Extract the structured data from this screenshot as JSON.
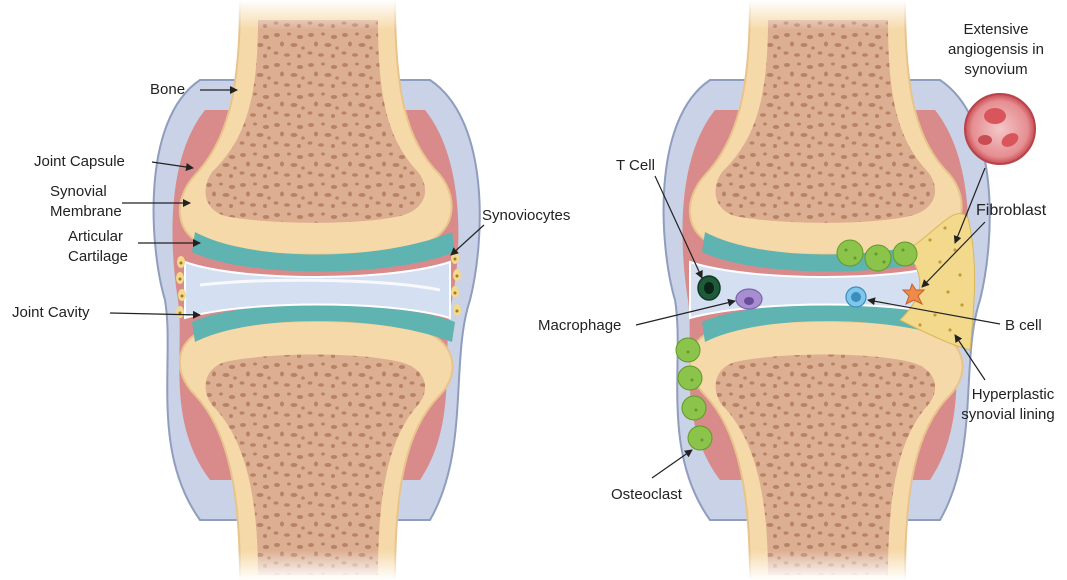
{
  "left_panel": {
    "labels": {
      "bone": "Bone",
      "joint_capsule": "Joint Capsule",
      "synovial_membrane_line1": "Synovial",
      "synovial_membrane_line2": "Membrane",
      "articular_cartilage_line1": "Articular",
      "articular_cartilage_line2": "Cartilage",
      "joint_cavity": "Joint Cavity",
      "synoviocytes": "Synoviocytes"
    }
  },
  "right_panel": {
    "labels": {
      "angiogenesis_line1": "Extensive",
      "angiogenesis_line2": "angiogensis in",
      "angiogenesis_line3": "synovium",
      "t_cell": "T Cell",
      "fibroblast": "Fibroblast",
      "macrophage": "Macrophage",
      "b_cell": "B cell",
      "hyperplastic_line1": "Hyperplastic",
      "hyperplastic_line2": "synovial lining",
      "osteoclast": "Osteoclast"
    }
  },
  "colors": {
    "bone_outer": "#f6d9a8",
    "bone_inner": "#d9ab8e",
    "bone_spots": "#b98266",
    "capsule": "#c9d2e6",
    "synovium": "#d98a8a",
    "cartilage": "#5fb3b0",
    "cavity": "#d5dff2",
    "osteoclast": "#8cc34a",
    "rbc": "#d9555b"
  }
}
